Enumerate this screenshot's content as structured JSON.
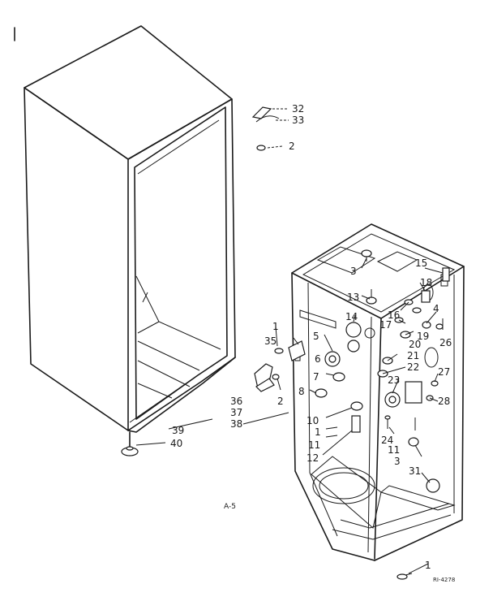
{
  "labels": [
    {
      "id": "32",
      "text": "32"
    },
    {
      "id": "33",
      "text": "33"
    },
    {
      "id": "2a",
      "text": "2"
    },
    {
      "id": "15",
      "text": "15"
    },
    {
      "id": "3a",
      "text": "3"
    },
    {
      "id": "13",
      "text": "13"
    },
    {
      "id": "18",
      "text": "18"
    },
    {
      "id": "16",
      "text": "16"
    },
    {
      "id": "4",
      "text": "4"
    },
    {
      "id": "14",
      "text": "14"
    },
    {
      "id": "17",
      "text": "17"
    },
    {
      "id": "1a",
      "text": "1"
    },
    {
      "id": "26",
      "text": "26"
    },
    {
      "id": "19",
      "text": "19"
    },
    {
      "id": "35",
      "text": "35"
    },
    {
      "id": "5",
      "text": "5"
    },
    {
      "id": "20",
      "text": "20"
    },
    {
      "id": "6",
      "text": "6"
    },
    {
      "id": "21",
      "text": "21"
    },
    {
      "id": "22",
      "text": "22"
    },
    {
      "id": "7",
      "text": "7"
    },
    {
      "id": "27",
      "text": "27"
    },
    {
      "id": "23",
      "text": "23"
    },
    {
      "id": "8",
      "text": "8"
    },
    {
      "id": "36",
      "text": "36"
    },
    {
      "id": "2b",
      "text": "2"
    },
    {
      "id": "28",
      "text": "28"
    },
    {
      "id": "37",
      "text": "37"
    },
    {
      "id": "38",
      "text": "38"
    },
    {
      "id": "10",
      "text": "10"
    },
    {
      "id": "24",
      "text": "24"
    },
    {
      "id": "1b",
      "text": "1"
    },
    {
      "id": "11a",
      "text": "11"
    },
    {
      "id": "11b",
      "text": "11"
    },
    {
      "id": "12",
      "text": "12"
    },
    {
      "id": "3b",
      "text": "3"
    },
    {
      "id": "39",
      "text": "39"
    },
    {
      "id": "40",
      "text": "40"
    },
    {
      "id": "31",
      "text": "31"
    },
    {
      "id": "1c",
      "text": "1"
    }
  ],
  "caption": "A-5",
  "drawing_number": "RI-4278"
}
